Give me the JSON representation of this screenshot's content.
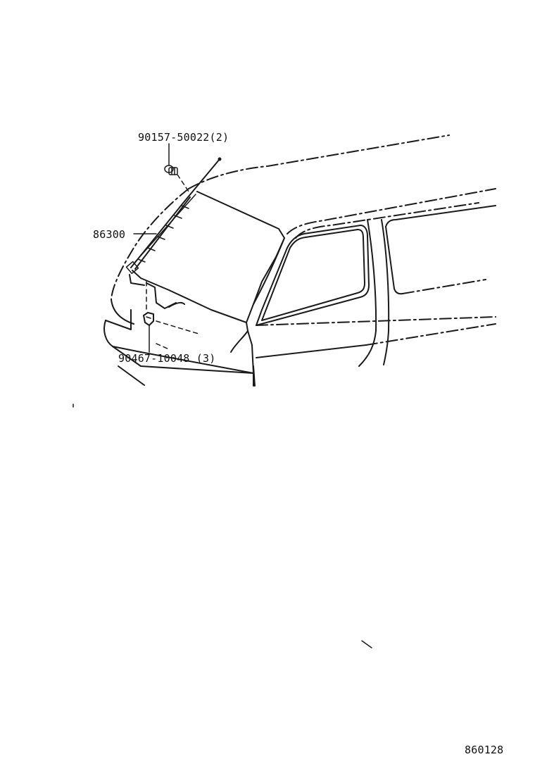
{
  "parts": [
    {
      "number": "90157-50022",
      "qty": "(2)"
    },
    {
      "number": "86300",
      "qty": ""
    },
    {
      "number": "90467-10048",
      "qty": "(3)"
    }
  ],
  "diagram_id": "860128"
}
